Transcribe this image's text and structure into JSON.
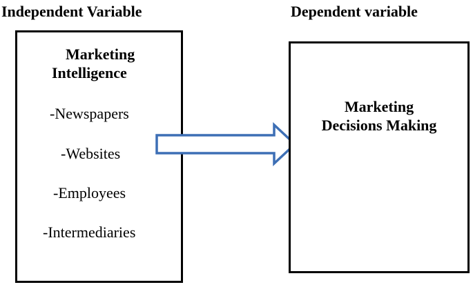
{
  "headings": {
    "independent": "Independent Variable",
    "dependent": "Dependent variable"
  },
  "independent_box": {
    "title_line1": "Marketing",
    "title_line2": "Intelligence",
    "items": [
      "-Newspapers",
      "-Websites",
      "-Employees",
      "-Intermediaries"
    ]
  },
  "dependent_box": {
    "title_line1": "Marketing",
    "title_line2": "Decisions Making"
  },
  "colors": {
    "arrow_stroke": "#3d6fb5",
    "arrow_fill": "#ffffff",
    "border": "#000000"
  }
}
